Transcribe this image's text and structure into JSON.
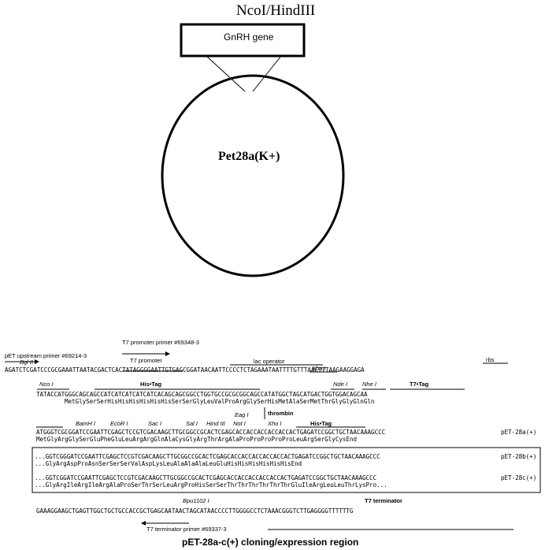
{
  "insert": {
    "sites_label": "NcoI/HindIII",
    "gene_label": "GnRH gene"
  },
  "vector": {
    "label": "Pet28a(K+)"
  },
  "map": {
    "title": "pET-28a-c(+) cloning/expression region",
    "primers": {
      "t7_promoter": "T7 promoter primer #69348-3",
      "upstream": "pET upstream primer #69214-3",
      "t7_terminator": "T7 terminator primer #69337-3"
    },
    "features": {
      "bglII": "Bgl II",
      "t7_promoter": "T7 promoter",
      "lac_operator": "lac operator",
      "xbaI": "Xba I",
      "rbs": "rbs",
      "ncoI": "Nco I",
      "his_tag": "His•Tag",
      "ndeI": "Nde I",
      "nheI": "Nhe I",
      "t7_tag": "T7•Tag",
      "thrombin": "thrombin",
      "bamHI": "BamH I",
      "ecoRI": "EcoR I",
      "sacI": "Sac I",
      "salI": "Sal I",
      "hindIII": "Hind III",
      "eagI": "Eag I",
      "notI": "Not I",
      "xhoI": "Xho I",
      "his_tag2": "His•Tag",
      "bpu1102I": "Bpu1102 I",
      "t7_terminator": "T7 terminator"
    },
    "seq1": "AGATCTCGATCCCGCGAAATTAATACGACTCACTATAGGGGAATTGTGAGCGGATAACAATTCCCCTCTAGAAATAATTTTGTTTAACTTTAAGAAGGAGA",
    "seq2": "TATACCATGGGCAGCAGCCATCATCATCATCATCACAGCAGCGGCCTGGTGCCGCGCGGCAGCCATATGGCTAGCATGACTGGTGGACAGCAA",
    "aa2": "MetGlySerSerHisHisHisHisHisHisSerSerGlyLeuValProArgGlySerHisMetAlaSerMetThrGlyGlyGlnGln",
    "seq3": "ATGGGTCGCGGATCCGAATTCGAGCTCCGTCGACAAGCTTGCGGCCGCACTCGAGCACCACCACCACCACCACTGAGATCCGGCTGCTAACAAAGCCC",
    "aa3": "MetGlyArgGlySerGluPheGluLeuArgArgGlnAlaCysGlyArgThrArgAlaProProProProProLeuArgSerGlyCysEnd",
    "label3": "pET-28a(+)",
    "seq4": "...GGTCGGGATCCGAATTCGAGCTCCGTCGACAAGCTTGCGGCCGCACTCGAGCACCACCACCACCACCACTGAGATCCGGCTGCTAACAAAGCCC",
    "aa4": "...GlyArgAspProAsnSerSerSerValAspLysLeuAlaAlaAlaLeuGluHisHisHisHisHisHisEnd",
    "label4": "pET-28b(+)",
    "seq5": "...GGTCGGATCCGAATTCGAGCTCCGTCGACAAGCTTGCGGCCGCACTCGAGCACCACCACCACCACCACTGAGATCCGGCTGCTAACAAAGCCC",
    "aa5": "...GlyArgIleArgIleArgAlaProSerThrSerLeuArgProHisSerSerThrThrThrThrThrThrGluIleArgLeuLeuThrLysPro...",
    "label5": "pET-28c(+)",
    "seq6": "GAAAGGAAGCTGAGTTGGCTGCTGCCACCGCTGAGCAATAACTAGCATAACCCCTTGGGGCCTCTAAACGGGTCTTGAGGGGTTTTTTG"
  }
}
